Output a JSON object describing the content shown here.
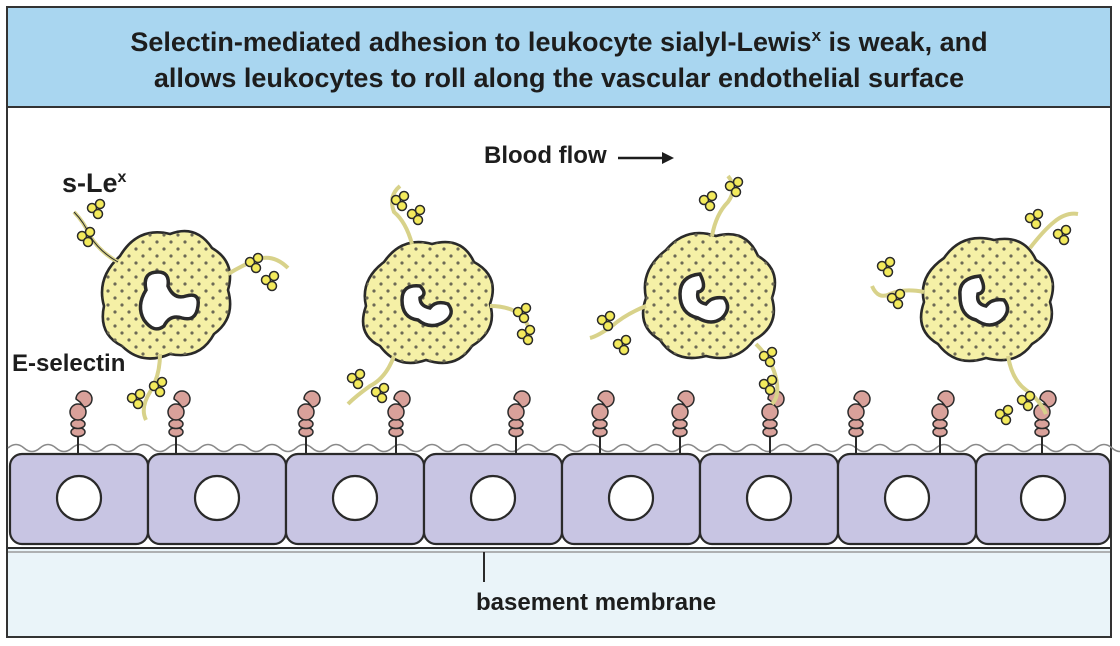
{
  "title": {
    "line1_main": "Selectin-mediated adhesion to leukocyte sialyl-Lewis",
    "line1_sup": "x",
    "line1_tail": " is weak, and",
    "line2": "allows leukocytes to roll along the vascular endothelial surface"
  },
  "labels": {
    "slex_main": "s-Le",
    "slex_sup": "x",
    "e_selectin": "E-selectin",
    "blood_flow": "Blood flow",
    "basement_membrane": "basement membrane"
  },
  "colors": {
    "header_bg": "#a9d6f0",
    "cell_fill": "#c8c5e3",
    "leukocyte_fill": "#f5f0a6",
    "selectin_fill": "#d9a19a",
    "ligand_fill": "#f3ea5c",
    "basement_fill": "#eaf4f9",
    "outline": "#2a2a2a"
  },
  "icons": [
    "leukocyte-icon",
    "nucleus-icon",
    "selectin-icon",
    "slex-ligand-icon",
    "endothelial-cell-icon",
    "arrow-right-icon"
  ]
}
